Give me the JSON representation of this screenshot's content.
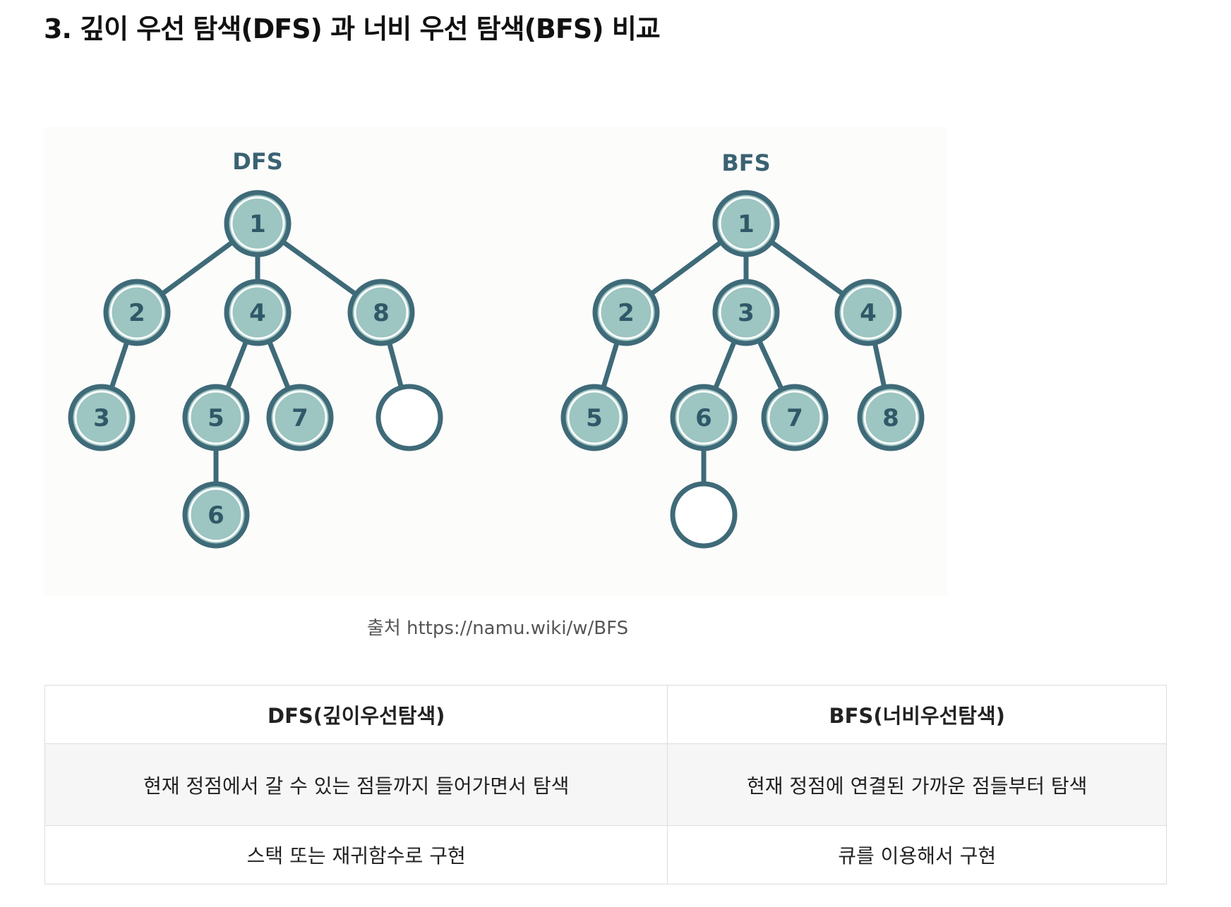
{
  "heading": "3. 깊이 우선 탐색(DFS) 과 너비 우선 탐색(BFS) 비교",
  "figure": {
    "colors": {
      "node_fill": "#9dc5c1",
      "node_ring": "#3f6a78",
      "edge": "#3f6a78",
      "label": "#2f5868",
      "title": "#3a6272"
    },
    "trees": [
      {
        "title": "DFS",
        "nodes": [
          {
            "id": "a",
            "label": "1"
          },
          {
            "id": "b",
            "label": "2"
          },
          {
            "id": "c",
            "label": "4"
          },
          {
            "id": "d",
            "label": "8"
          },
          {
            "id": "e",
            "label": "3"
          },
          {
            "id": "f",
            "label": "5"
          },
          {
            "id": "g",
            "label": "7"
          },
          {
            "id": "h",
            "label": ""
          },
          {
            "id": "i",
            "label": "6"
          }
        ],
        "edges": [
          [
            "a",
            "b"
          ],
          [
            "a",
            "c"
          ],
          [
            "a",
            "d"
          ],
          [
            "b",
            "e"
          ],
          [
            "c",
            "f"
          ],
          [
            "c",
            "g"
          ],
          [
            "d",
            "h"
          ],
          [
            "f",
            "i"
          ]
        ]
      },
      {
        "title": "BFS",
        "nodes": [
          {
            "id": "a",
            "label": "1"
          },
          {
            "id": "b",
            "label": "2"
          },
          {
            "id": "c",
            "label": "3"
          },
          {
            "id": "d",
            "label": "4"
          },
          {
            "id": "e",
            "label": "5"
          },
          {
            "id": "f",
            "label": "6"
          },
          {
            "id": "g",
            "label": "7"
          },
          {
            "id": "h",
            "label": "8"
          },
          {
            "id": "i",
            "label": ""
          }
        ],
        "edges": [
          [
            "a",
            "b"
          ],
          [
            "a",
            "c"
          ],
          [
            "a",
            "d"
          ],
          [
            "b",
            "e"
          ],
          [
            "c",
            "f"
          ],
          [
            "c",
            "g"
          ],
          [
            "d",
            "h"
          ],
          [
            "f",
            "i"
          ]
        ]
      }
    ]
  },
  "caption": "출처 https://namu.wiki/w/BFS",
  "table": {
    "headers": [
      "DFS(깊이우선탐색)",
      "BFS(너비우선탐색)"
    ],
    "rows": [
      [
        "현재 정점에서 갈 수 있는 점들까지 들어가면서 탐색",
        "현재 정점에 연결된 가까운 점들부터 탐색"
      ],
      [
        "스택 또는 재귀함수로 구현",
        "큐를 이용해서 구현"
      ]
    ]
  }
}
